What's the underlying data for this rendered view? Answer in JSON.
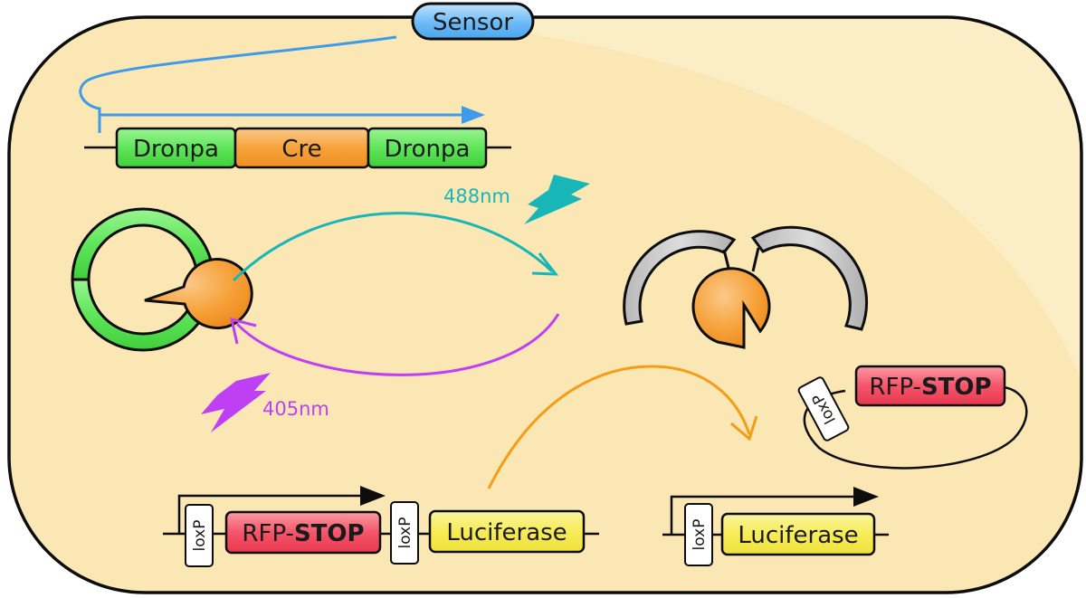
{
  "sensor": {
    "label": "Sensor"
  },
  "construct": {
    "parts": [
      "Dronpa",
      "Cre",
      "Dronpa"
    ]
  },
  "light": {
    "activate": {
      "label": "488nm",
      "color": "#19b6b8"
    },
    "deactivate": {
      "label": "405nm",
      "color": "#bf3ff5"
    }
  },
  "reporter": {
    "loxp_label": "loxP",
    "rfp_label": "RFP-",
    "stop_label": "STOP",
    "luciferase_label": "Luciferase"
  },
  "colors": {
    "cell_fill": "#fae7b4",
    "cell_highlight": "#fbedc6",
    "dronpa": "#5fe55a",
    "cre": "#f7a23b",
    "rfp": "#f4556a",
    "luciferase": "#f7ec57",
    "promoter_arrow": "#3d9be9",
    "recombination_arrow": "#f59d16"
  }
}
